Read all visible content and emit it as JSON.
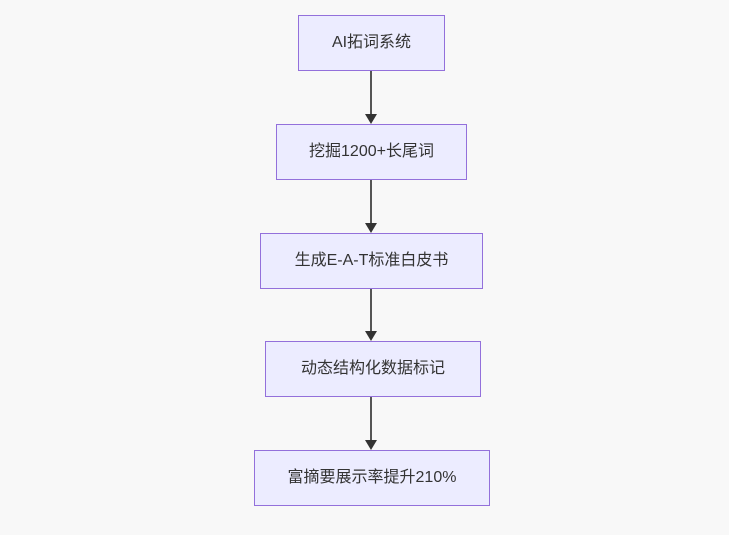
{
  "diagram": {
    "type": "flowchart",
    "direction": "top-down",
    "nodes": [
      {
        "id": "A",
        "label": "AI拓词系统"
      },
      {
        "id": "B",
        "label": "挖掘1200+长尾词"
      },
      {
        "id": "C",
        "label": "生成E-A-T标准白皮书"
      },
      {
        "id": "D",
        "label": "动态结构化数据标记"
      },
      {
        "id": "E",
        "label": "富摘要展示率提升210%"
      }
    ],
    "edges": [
      {
        "from": "A",
        "to": "B",
        "style": "arrow-down"
      },
      {
        "from": "B",
        "to": "C",
        "style": "arrow-down"
      },
      {
        "from": "C",
        "to": "D",
        "style": "arrow-down"
      },
      {
        "from": "D",
        "to": "E",
        "style": "arrow-down"
      }
    ],
    "colors": {
      "background": "#f8f8f8",
      "node_fill": "#ECECFF",
      "node_border": "#9370DB",
      "edge": "#333333",
      "edge_shaft": "#555555",
      "text": "#333333"
    }
  }
}
